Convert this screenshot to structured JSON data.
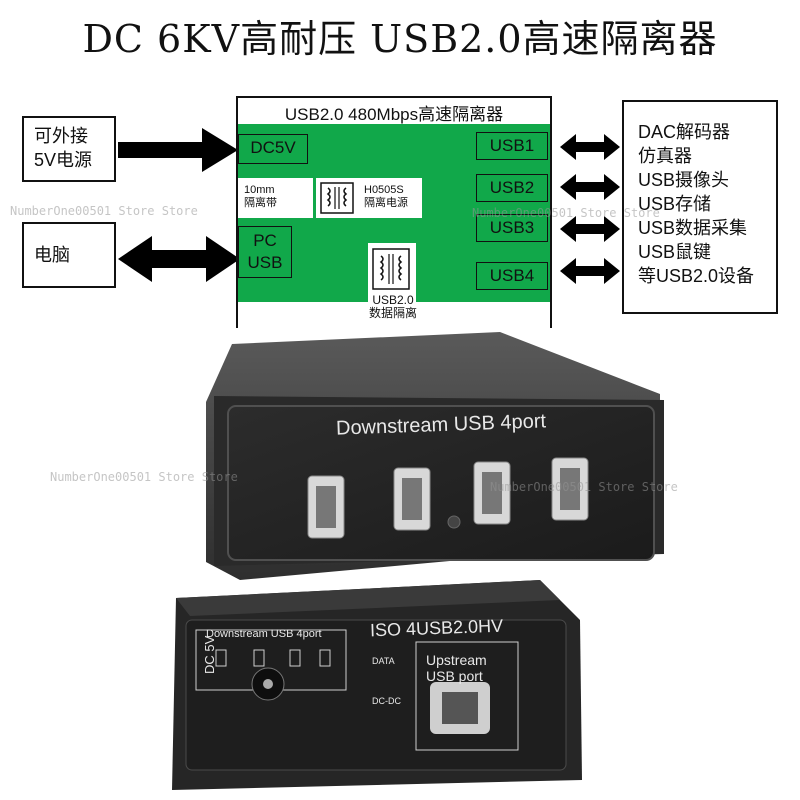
{
  "title": "DC 6KV高耐压 USB2.0高速隔离器",
  "diagram": {
    "board_title": "USB2.0 480Mbps高速隔离器",
    "power_in_label": [
      "可外接",
      "5V电源"
    ],
    "pc_label": "电脑",
    "ports": {
      "dc5v": "DC5V",
      "pc_usb": [
        "PC",
        "USB"
      ],
      "usb1": "USB1",
      "usb2": "USB2",
      "usb3": "USB3",
      "usb4": "USB4"
    },
    "isolation_band": [
      "10mm",
      "隔离带"
    ],
    "power_module": [
      "H0505S",
      "隔离电源"
    ],
    "data_isolation": [
      "USB2.0",
      "数据隔离"
    ],
    "devices": [
      "DAC解码器",
      "仿真器",
      "USB摄像头",
      "USB存储",
      "USB数据采集",
      "USB鼠键",
      "等USB2.0设备"
    ]
  },
  "device_front": {
    "label": "Downstream USB 4port"
  },
  "device_back": {
    "label": "ISO 4USB2.0HV",
    "downstream_label": "Downstream USB 4port",
    "data_label": "DATA",
    "dcdc_label": "DC-DC",
    "upstream_label": [
      "Upstream",
      "USB port"
    ],
    "dc_label": "DC 5V"
  },
  "watermark": "NumberOne00501 Store Store",
  "colors": {
    "board_green": "#11a84a",
    "case": "#2b2b2b"
  }
}
